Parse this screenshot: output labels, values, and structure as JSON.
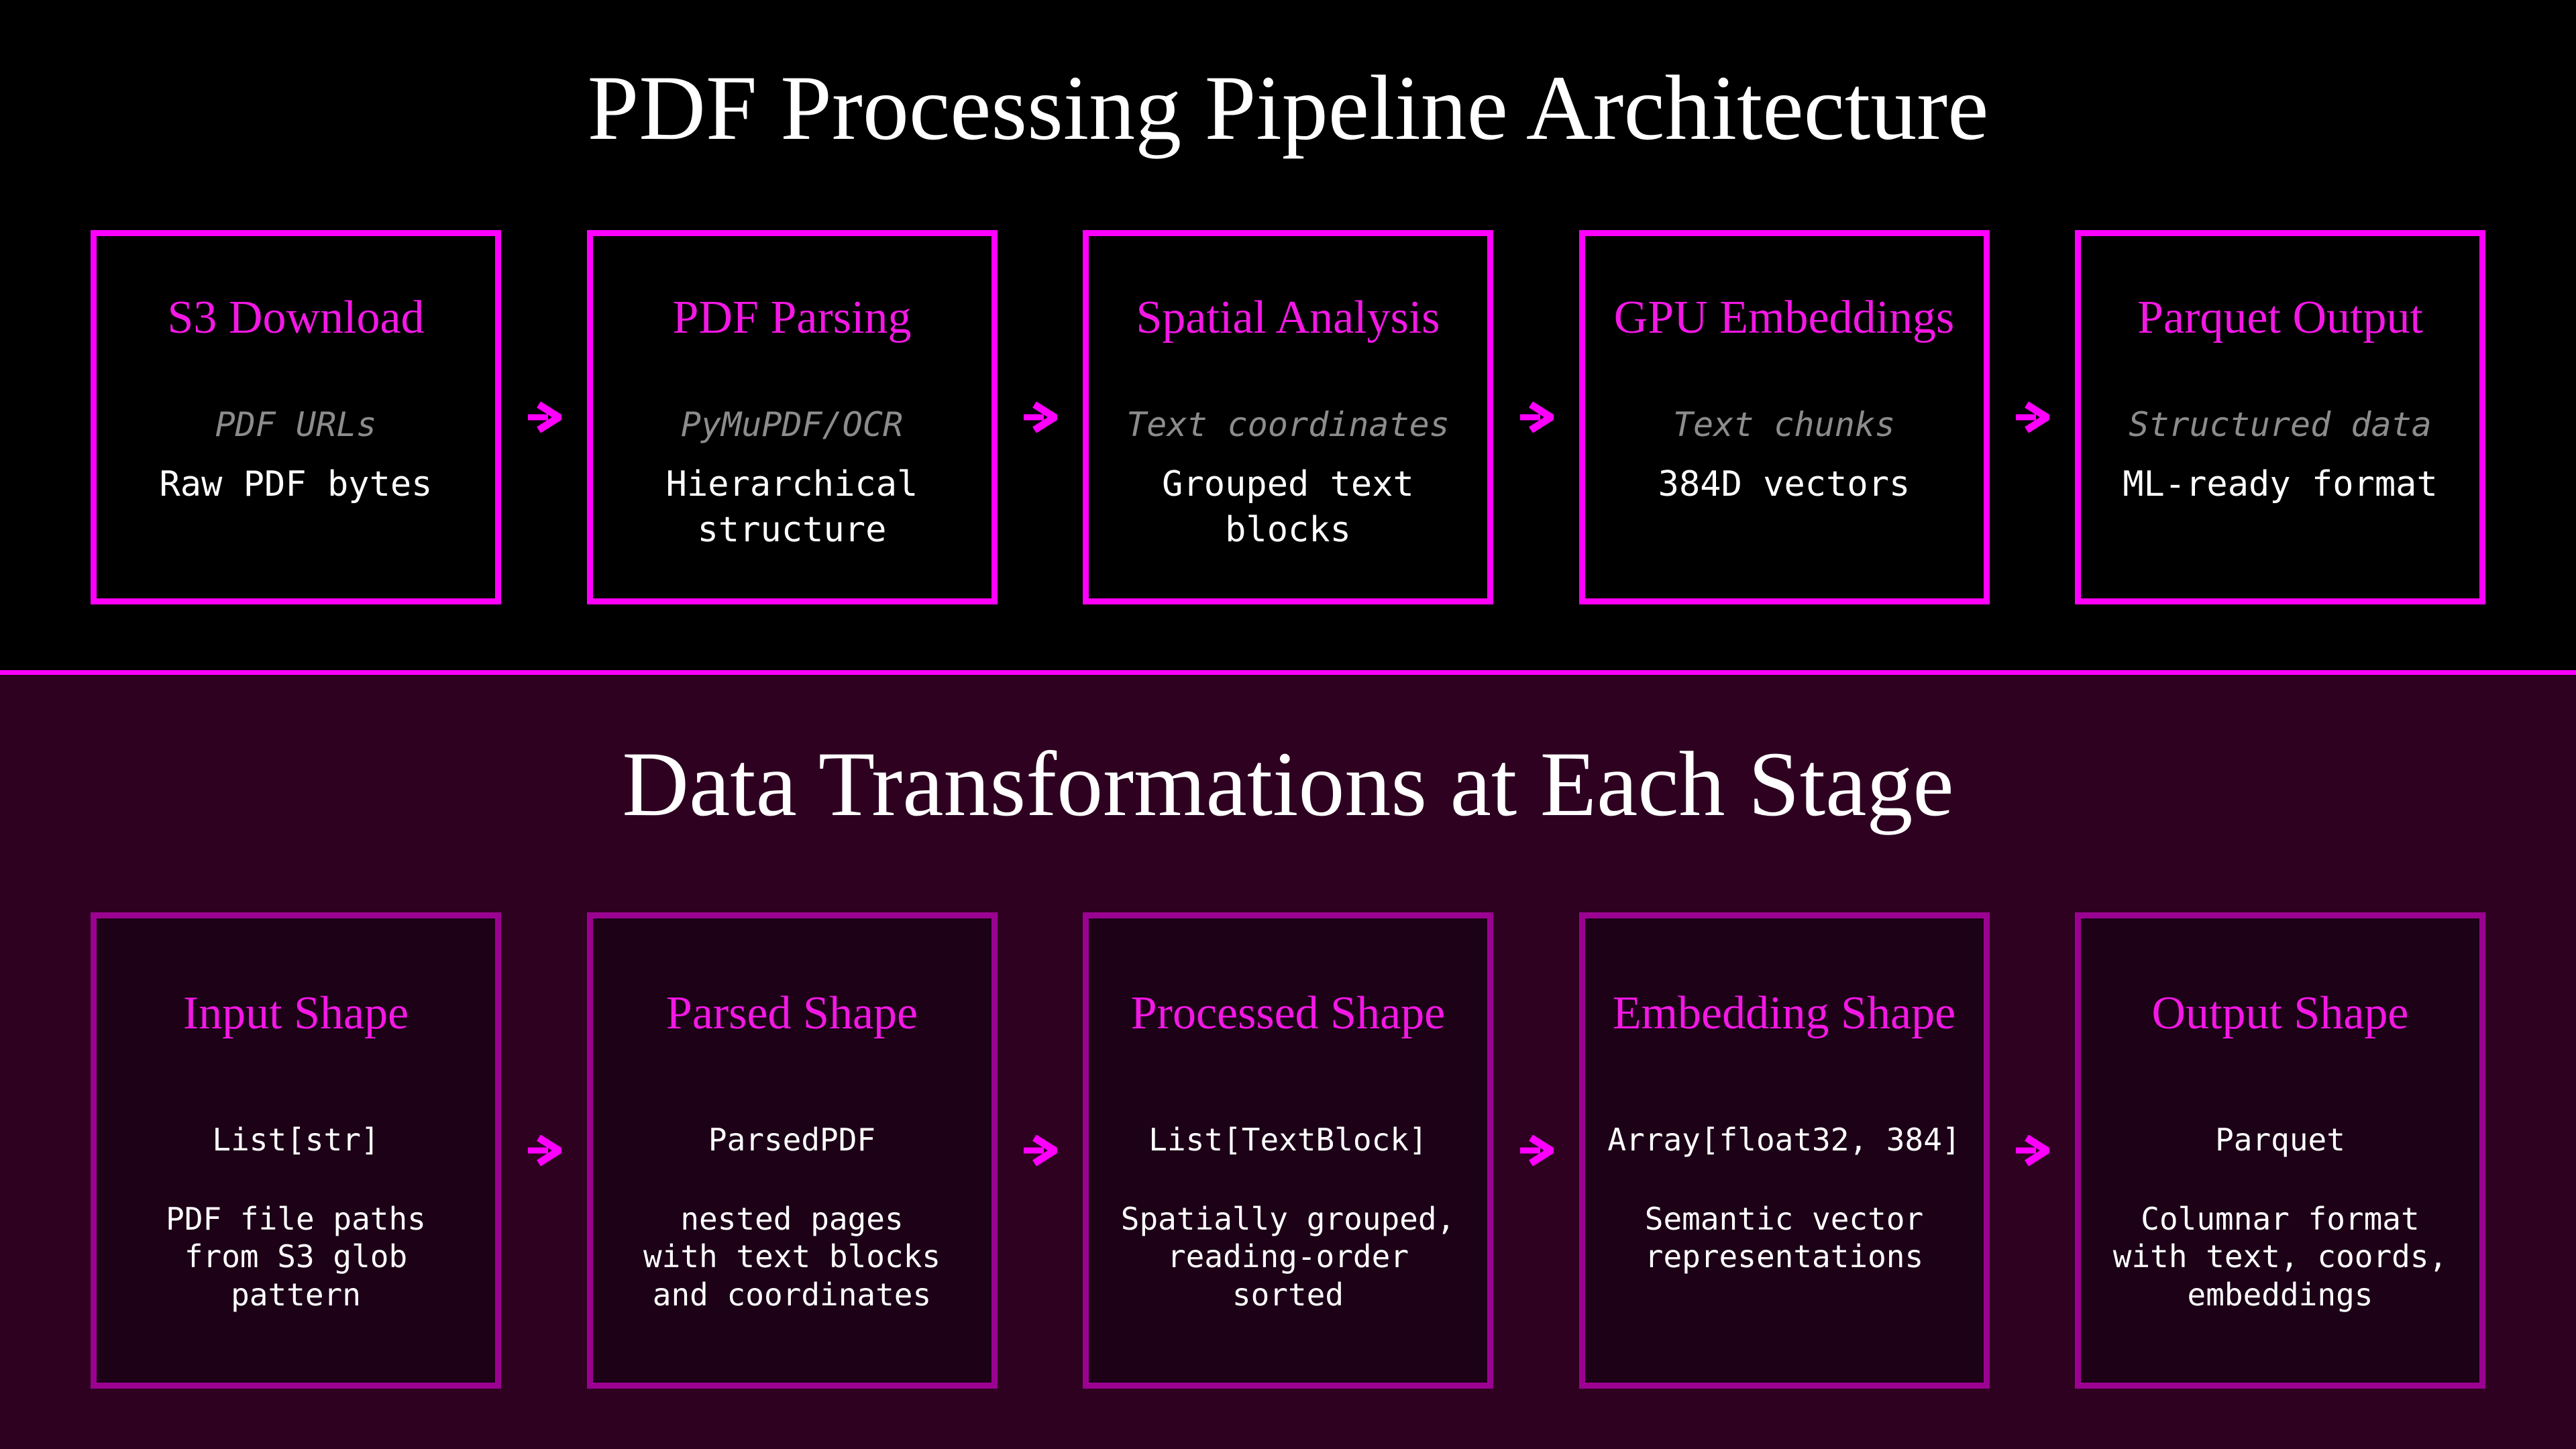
{
  "colors": {
    "accent_magenta": "#ff00ff",
    "title_magenta": "#f318e4",
    "bottom_box_border": "#9b0291",
    "gray_text": "#8c8c8c",
    "white_text": "#ffffff",
    "top_section_bg": "#000000",
    "bottom_section_bg": "#2e0121",
    "bottom_box_bg": "#1c0117"
  },
  "pipeline": {
    "title": "PDF Processing Pipeline Architecture",
    "stages": [
      {
        "name": "S3 Download",
        "tool": "PDF URLs",
        "output": "Raw PDF bytes"
      },
      {
        "name": "PDF Parsing",
        "tool": "PyMuPDF/OCR",
        "output": "Hierarchical\nstructure"
      },
      {
        "name": "Spatial Analysis",
        "tool": "Text coordinates",
        "output": "Grouped text\nblocks"
      },
      {
        "name": "GPU Embeddings",
        "tool": "Text chunks",
        "output": "384D vectors"
      },
      {
        "name": "Parquet Output",
        "tool": "Structured data",
        "output": "ML-ready format"
      }
    ]
  },
  "transformations": {
    "title": "Data Transformations at Each Stage",
    "stages": [
      {
        "name": "Input Shape",
        "type": "List[str]",
        "description": "PDF file paths\nfrom S3 glob\npattern"
      },
      {
        "name": "Parsed Shape",
        "type": "ParsedPDF",
        "description": "nested pages\nwith text blocks\nand coordinates"
      },
      {
        "name": "Processed Shape",
        "type": "List[TextBlock]",
        "description": "Spatially grouped,\nreading-order\nsorted"
      },
      {
        "name": "Embedding Shape",
        "type": "Array[float32, 384]",
        "description": "Semantic vector\nrepresentations"
      },
      {
        "name": "Output Shape",
        "type": "Parquet",
        "description": "Columnar format\nwith text, coords,\nembeddings"
      }
    ]
  }
}
